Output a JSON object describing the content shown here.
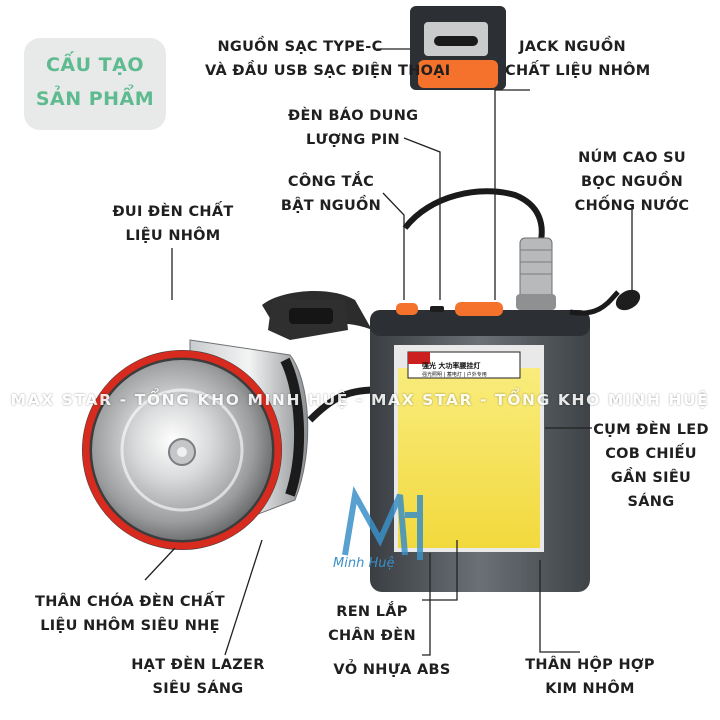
{
  "badge": {
    "line1": "CẤU TẠO",
    "line2": "SẢN PHẨM"
  },
  "labels": {
    "usb_port": [
      "NGUỒN SẠC TYPE-C",
      "VÀ ĐẦU USB SẠC ĐIỆN THOẠI"
    ],
    "jack": [
      "JACK NGUỒN",
      "CHẤT LIỆU NHÔM"
    ],
    "battery_indicator": [
      "ĐÈN BÁO DUNG",
      "LƯỢNG PIN"
    ],
    "rubber_cap": [
      "NÚM CAO SU",
      "BỌC NGUỒN",
      "CHỐNG NƯỚC"
    ],
    "power_switch": [
      "CÔNG TẮC",
      "BẬT NGUỒN"
    ],
    "lamp_socket": [
      "ĐUI ĐÈN CHẤT",
      "LIỆU NHÔM"
    ],
    "cob_led": [
      "CỤM ĐÈN LED",
      "COB CHIẾU",
      "GẦN SIÊU",
      "SÁNG"
    ],
    "reflector_body": [
      "THÂN CHÓA ĐÈN CHẤT",
      "LIỆU NHÔM SIÊU NHẸ"
    ],
    "mount_thread": [
      "REN LẮP",
      "CHÂN ĐÈN"
    ],
    "laser_bead": [
      "HẠT ĐÈN LAZER",
      "SIÊU SÁNG"
    ],
    "abs_shell": [
      "VỎ NHỰA ABS"
    ],
    "alloy_case": [
      "THÂN HỘP HỢP",
      "KIM NHÔM"
    ]
  },
  "watermark": "MAX STAR - TỔNG KHO MINH HUỆ - MAX STAR - TỔNG KHO MINH HUỆ",
  "brand": "Minh Huệ",
  "panel_text": {
    "line1": "强光 大功率腰挂灯",
    "line2": "强光照明 | 蓄电灯 | 户外专用"
  },
  "colors": {
    "accent_green": "#5dbb8f",
    "switch_orange": "#f4722b",
    "cob_yellow": "#f6e25a",
    "reflector_red": "#d62b1e",
    "case_gray": "#5b6166"
  }
}
